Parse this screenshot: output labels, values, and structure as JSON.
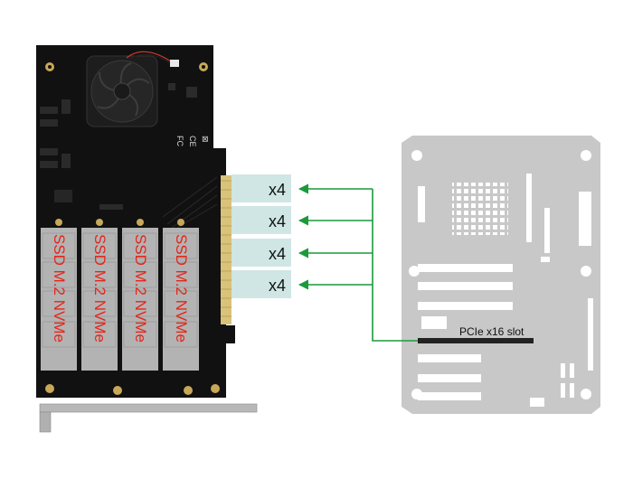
{
  "lanes": [
    "x4",
    "x4",
    "x4",
    "x4"
  ],
  "ssd_label": "SSD M.2 NVMe",
  "slot_label": "PCIe x16 slot",
  "certification_marks": [
    "FC",
    "CE",
    "⊠"
  ],
  "colors": {
    "board": "#111111",
    "ssd": "#b3b3b3",
    "arrow": "#1a9a3c",
    "lane_box": "#cfe6e4",
    "gold_finger": "#d9c27a",
    "ssd_text": "#e3261b",
    "motherboard": "#c8c8c8"
  },
  "icons": [
    "fan-icon",
    "screw-icon",
    "arrow-icon"
  ]
}
